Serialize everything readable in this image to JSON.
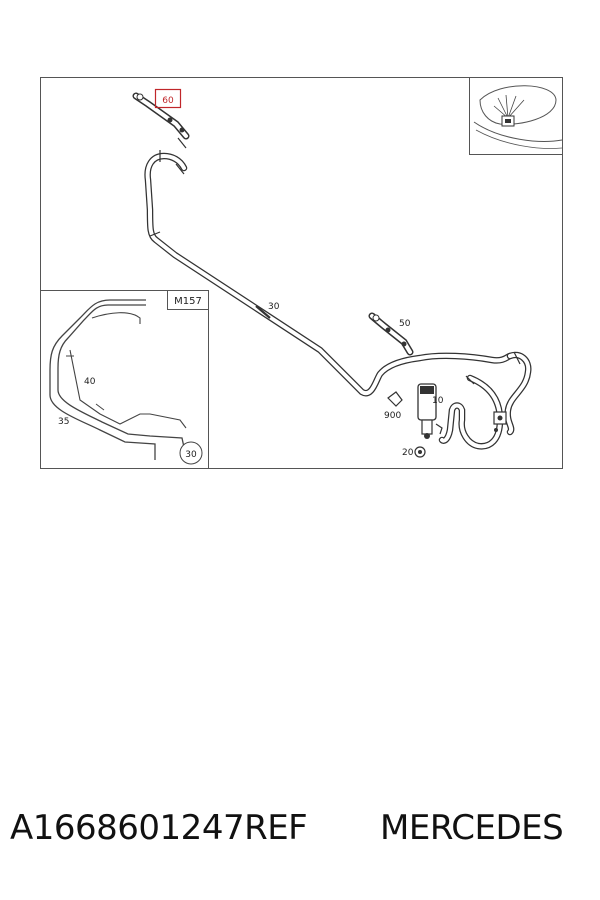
{
  "diagram": {
    "callouts": {
      "hose_main": "30",
      "nozzle_top": "60",
      "nozzle_mid": "50",
      "pump": "10",
      "grommet": "20",
      "clip": "900",
      "harness_a": "40",
      "harness_b": "35",
      "ref_circle": "30"
    },
    "inset_label": "M157",
    "colors": {
      "highlight": "#c0262a",
      "line": "#333333"
    }
  },
  "caption": {
    "part_number": "A1668601247REF",
    "brand": "MERCEDES"
  }
}
